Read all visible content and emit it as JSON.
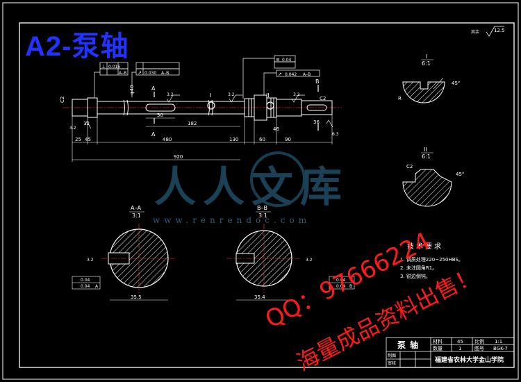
{
  "drawing_title": "A2-泵轴",
  "roughness_overall": "12.5",
  "watermark": {
    "brand": "人人文库",
    "site": "www.renrendoc.com"
  },
  "seller_overlay": {
    "qq": "QQ：97666224",
    "sale": "海量成品资料出售！"
  },
  "main_view": {
    "dims": {
      "total_length": "920",
      "seg_25": "25",
      "seg_45": "45",
      "seg_480": "480",
      "seg_130": "130",
      "seg_60": "60",
      "seg_90": "90",
      "keyway_50": "50",
      "keyway_182": "182",
      "d_46": "46",
      "d_36": "36",
      "dia_40": "φ40",
      "chamfer_left": "C2",
      "chamfer_right": "C2",
      "r_12": "12"
    },
    "tolerances": [
      {
        "sym": "⊥",
        "val": "0.016",
        "ref": "A–B"
      },
      {
        "sym": "↗",
        "val": "0.030",
        "ref": "A–B"
      },
      {
        "sym": "≡",
        "val": "0.04",
        "ref": ""
      },
      {
        "sym": "↗",
        "val": "0.042",
        "ref": "A–B"
      }
    ],
    "section_labels": {
      "a": "A",
      "b": "B",
      "i": "I",
      "ii": "II"
    },
    "roughness": [
      "3.2",
      "3.2",
      "3.2",
      "3.2",
      "6.3"
    ]
  },
  "detail_i": {
    "label": "I",
    "scale": "6:1",
    "angle": "45°",
    "r": "R"
  },
  "detail_ii": {
    "label": "II",
    "scale": "6:1",
    "angle": "45°",
    "chamfer": "C2"
  },
  "section_aa": {
    "label": "A–A",
    "scale": "3:1",
    "dim": "35.5",
    "roughness": "3.2",
    "tol_1": "0.04",
    "tol_2": "0.04",
    "tol_ref": "A"
  },
  "section_bb": {
    "label": "B–B",
    "scale": "3:1",
    "dim": "35.4",
    "roughness": "3.2",
    "tol_1": "0.04",
    "tol_2": "0.04",
    "tol_ref": "B"
  },
  "tech_requirements": {
    "heading": "技术要求",
    "items": [
      "1. 调质处理220~250HBS。",
      "2. 未注圆角R1。",
      "3. 锐边倒钝。"
    ]
  },
  "title_block": {
    "part_name": "泵轴",
    "material": "45",
    "quantity": "1",
    "scale": "1:1",
    "drawing_no": "BGK-7",
    "school": "福建省农林大学金山学院",
    "rows": [
      "制图",
      "审核"
    ],
    "labels": [
      "材料",
      "数量",
      "比例",
      "图号"
    ]
  }
}
